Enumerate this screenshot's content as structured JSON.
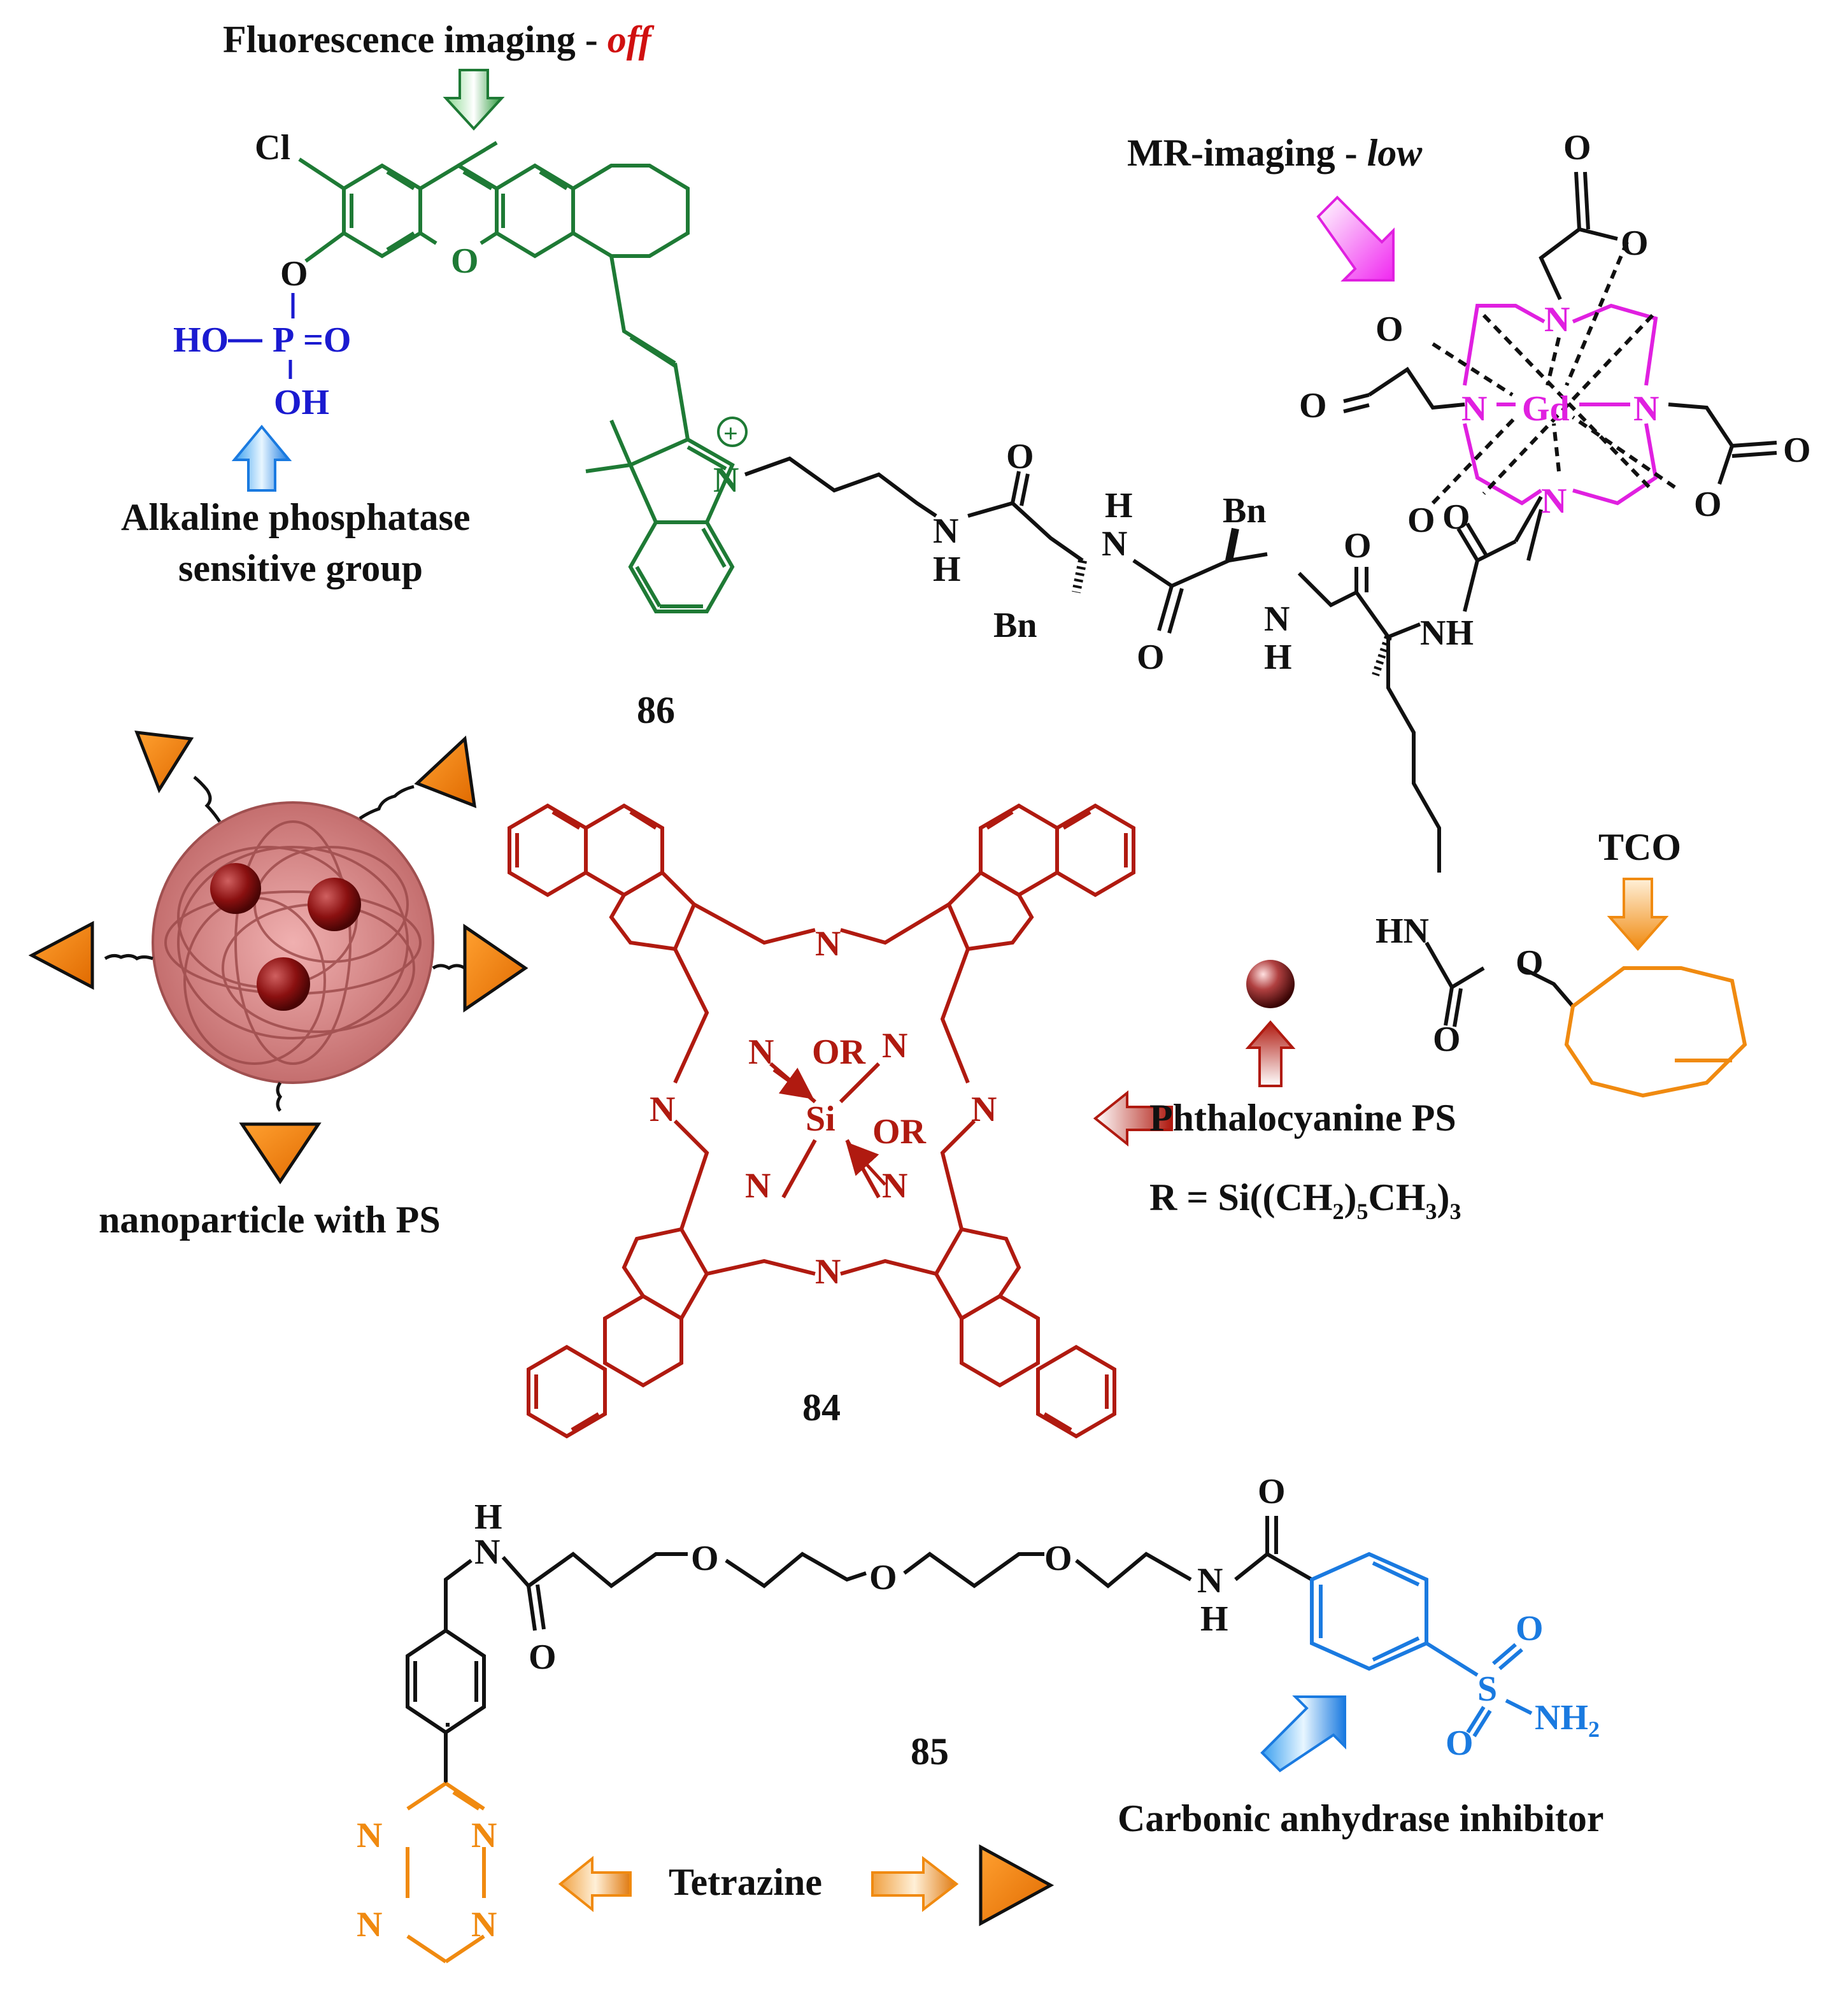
{
  "colors": {
    "green": "#1e7a35",
    "blue": "#1a1ad0",
    "magenta": "#e020e0",
    "darkred": "#b01a10",
    "orange": "#f08a10",
    "sky": "#1a7ae0",
    "black": "#111111",
    "red_italic": "#d01010"
  },
  "compound_86": {
    "number": "86",
    "fluorescence_label": "Fluorescence imaging - ",
    "fluorescence_state": "off",
    "mr_label": "MR-imaging - ",
    "mr_state": "low",
    "alp_label_line1": "Alkaline phosphatase",
    "alp_label_line2": "sensitive group",
    "atoms": {
      "cl": "Cl",
      "o_ring": "O",
      "o_link": "O",
      "ho": "HO",
      "p": "P",
      "eq_o": "=O",
      "oh": "OH",
      "n_plus": "N",
      "plus": "+",
      "nh_amide1_n": "N",
      "nh_amide1_h": "H",
      "nh_amide2_h": "H",
      "nh_amide2_n": "N",
      "nh3_n": "N",
      "nh3_h": "H",
      "nh4": "NH",
      "o1": "O",
      "o2": "O",
      "o3": "O",
      "o4": "O",
      "bn1": "Bn",
      "bn2": "Bn",
      "gd": "Gd",
      "n_top": "N",
      "n_left": "N",
      "n_right": "N",
      "n_bot": "N",
      "dota_o1": "O",
      "dota_o2": "O",
      "dota_o3": "O",
      "dota_o4": "O",
      "dota_o5": "O",
      "dota_o6": "O",
      "dota_o7": "O",
      "dota_o8": "O",
      "hn": "HN",
      "carb_o": "O",
      "carb_o2": "O"
    }
  },
  "compound_84": {
    "number": "84",
    "label": "Phthalocyanine PS",
    "r_def": "R = Si((CH",
    "r_sub1": "2",
    "r_mid": ")",
    "r_sub2": "5",
    "r_mid2": "CH",
    "r_sub3": "3",
    "r_mid3": ")",
    "r_sub4": "3",
    "atoms": {
      "si": "Si",
      "or1": "OR",
      "or2": "OR",
      "n1": "N",
      "n2": "N",
      "n3": "N",
      "n4": "N",
      "n5": "N",
      "n6": "N",
      "n7": "N",
      "n8": "N"
    }
  },
  "compound_85": {
    "number": "85",
    "ca_label": "Carbonic anhydrase inhibitor",
    "tetrazine_label": "Tetrazine",
    "atoms": {
      "h_top": "H",
      "n_amide": "N",
      "o_carbonyl": "O",
      "o_peg1": "O",
      "o_peg2": "O",
      "o_peg3": "O",
      "n_amide2": "N",
      "h_amide2": "H",
      "o_top": "O",
      "s": "S",
      "s_o1": "O",
      "s_o2": "O",
      "nh2": "NH",
      "nh2_sub": "2",
      "tz_n1": "N",
      "tz_n2": "N",
      "tz_n3": "N",
      "tz_n4": "N"
    }
  },
  "nanoparticle": {
    "label": "nanoparticle with PS"
  },
  "tco": {
    "label": "TCO"
  }
}
